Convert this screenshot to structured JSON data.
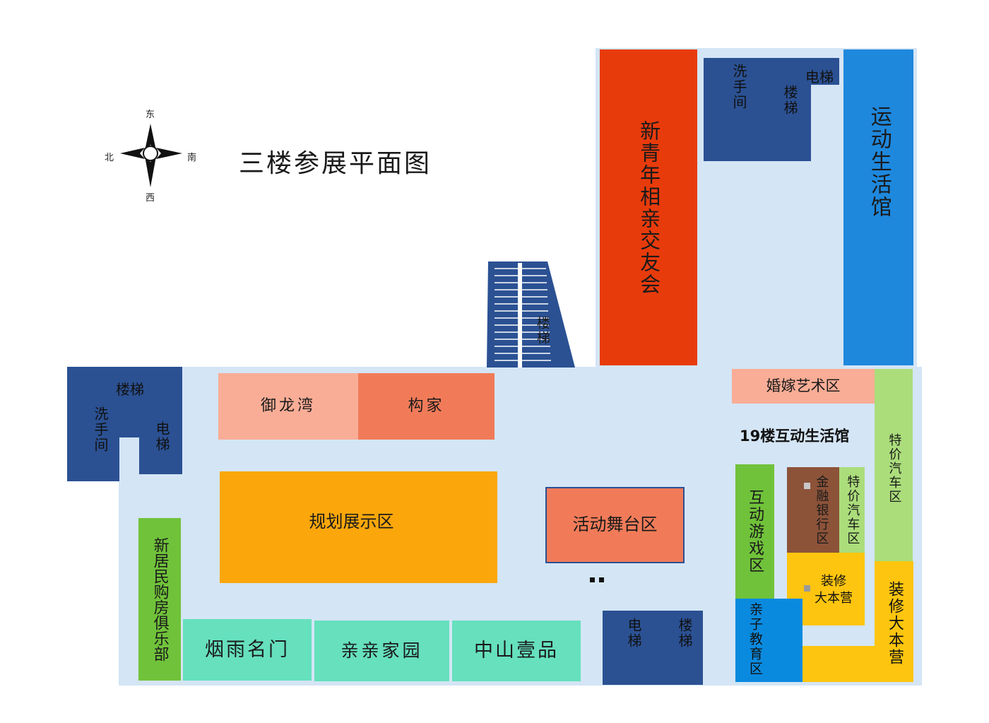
{
  "title": "三楼参展平面图",
  "compass": {
    "east": "东",
    "west": "西",
    "south": "南",
    "north": "北"
  },
  "colors": {
    "floor": "#d4e5f5",
    "navy": "#2b5193",
    "red": "#e83b0c",
    "blue": "#1e88dd",
    "salmon_light": "#f9ad96",
    "salmon": "#f17b59",
    "orange": "#fba70b",
    "teal": "#66e0bd",
    "green": "#70c23a",
    "light_green": "#abdd7b",
    "brown": "#8c5339",
    "yellow": "#fdc50f",
    "sky": "#0a8adf"
  },
  "zones": {
    "stair_top_center": "楼梯",
    "xinqingnian": "新青年相亲交友会",
    "restroom_ne": "洗手间",
    "stair_ne": "楼梯",
    "elevator_ne": "电梯",
    "yundong": "运动生活馆",
    "stair_w": "楼梯",
    "restroom_w": "洗手间",
    "elevator_w": "电梯",
    "yulongwan": "御龙湾",
    "goujia": "构家",
    "hunjia": "婚嫁艺术区",
    "hudong19": "19楼互动生活馆",
    "tejia_right": "特价汽车区",
    "guihua": "规划展示区",
    "wutai": "活动舞台区",
    "hudong_game": "互动游戏区",
    "jinrong": "金融银行区",
    "tejia_inner": "特价汽车区",
    "zhuangxiu_inner": "装修大本营",
    "zhuangxiu_right": "装修大本营",
    "qinzi": "亲子教育区",
    "xinjumin": "新居民购房俱乐部",
    "yanyu": "烟雨名门",
    "qinqin": "亲亲家园",
    "zhongshan": "中山壹品",
    "elevator_s": "电梯",
    "stair_s": "楼梯"
  }
}
